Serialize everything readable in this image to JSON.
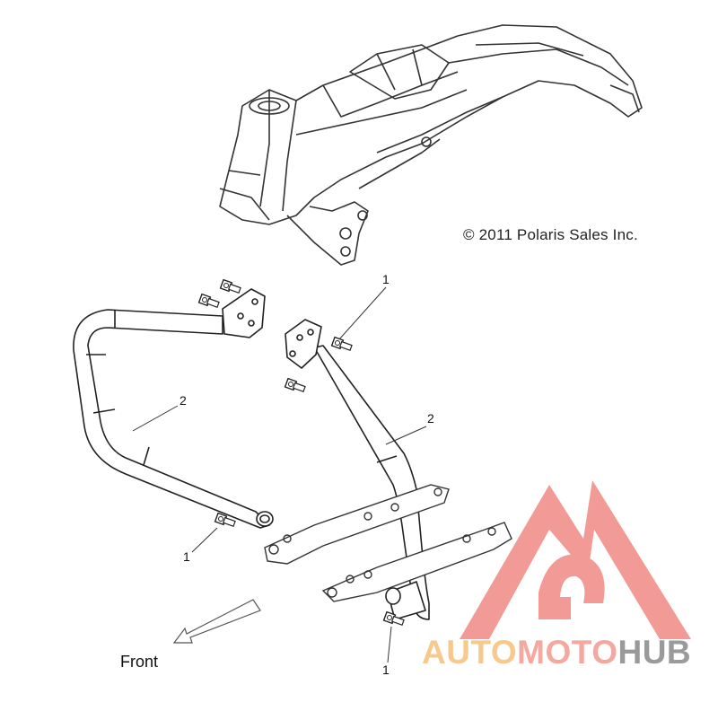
{
  "copyright": "© 2011 Polaris Sales Inc.",
  "direction_label": "Front",
  "callouts": [
    {
      "id": "callout-1-top",
      "text": "1"
    },
    {
      "id": "callout-2-left",
      "text": "2"
    },
    {
      "id": "callout-2-right",
      "text": "2"
    },
    {
      "id": "callout-1-left",
      "text": "1"
    },
    {
      "id": "callout-1-bottom",
      "text": "1"
    }
  ],
  "watermark": {
    "part1": "AUTO",
    "part2": "MOTO",
    "part3": "HUB",
    "colors": {
      "auto": "#f7c98c",
      "moto": "#f5a8a0",
      "hub": "#9a9a9a",
      "logo": "#f08a84"
    }
  },
  "icons": [
    "frame-illustration",
    "left-tube-illustration",
    "right-tube-illustration",
    "bolt-icon",
    "footrest-bracket-illustration",
    "front-arrow-icon",
    "watermark-logo-icon"
  ]
}
